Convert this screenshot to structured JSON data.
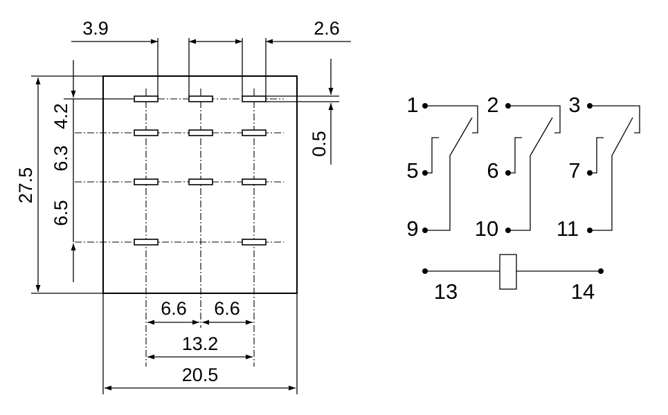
{
  "footprint": {
    "dimensions": {
      "top_left": "3.9",
      "top_right": "2.6",
      "row1": "4.2",
      "row2": "6.3",
      "row3": "6.5",
      "height": "27.5",
      "pad": "0.5",
      "col_left": "6.6",
      "col_right": "6.6",
      "outer_cols": "13.2",
      "width": "20.5"
    }
  },
  "schematic": {
    "pins": {
      "p1": "1",
      "p2": "2",
      "p3": "3",
      "p5": "5",
      "p6": "6",
      "p7": "7",
      "p9": "9",
      "p10": "10",
      "p11": "11",
      "p13": "13",
      "p14": "14"
    }
  }
}
